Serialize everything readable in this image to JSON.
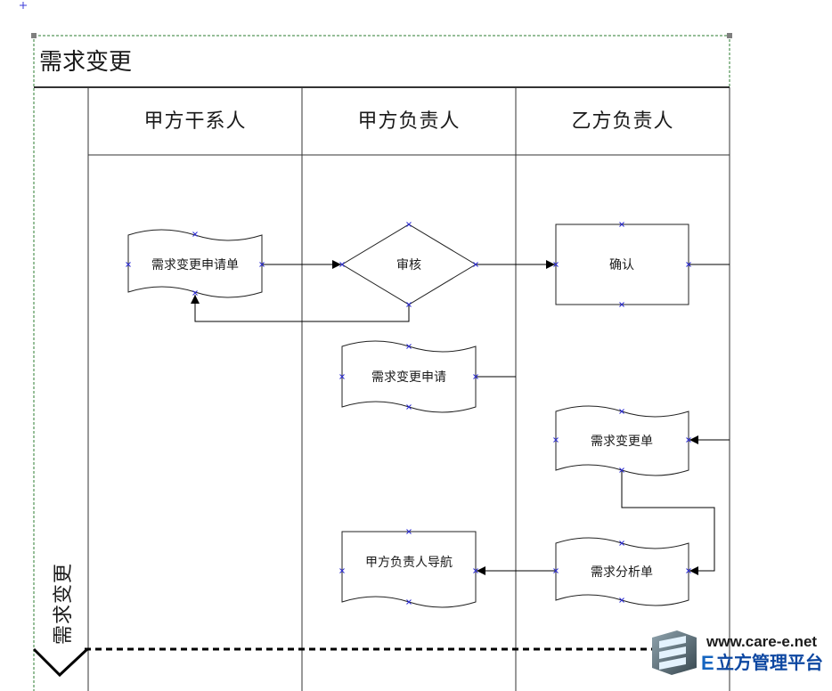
{
  "diagram": {
    "title": "需求变更",
    "side_label": "需求变更",
    "lanes": [
      {
        "label": "甲方干系人"
      },
      {
        "label": "甲方负责人"
      },
      {
        "label": "乙方负责人"
      }
    ],
    "nodes": {
      "request_form": "需求变更申请单",
      "review": "审核",
      "confirm": "确认",
      "request": "需求变更申请",
      "change_form": "需求变更单",
      "analysis_form": "需求分析单",
      "nav": "甲方负责人导航"
    }
  },
  "watermark": {
    "url": "www.care-e.net",
    "letter": "E",
    "name": "立方管理平台"
  },
  "colors": {
    "line": "#000000",
    "grid": "#333333",
    "selection_dash": "#2e7d32",
    "handle": "#7f7f7f",
    "connector_marker": "#2b2bd6",
    "brand_blue": "#1565c0"
  }
}
